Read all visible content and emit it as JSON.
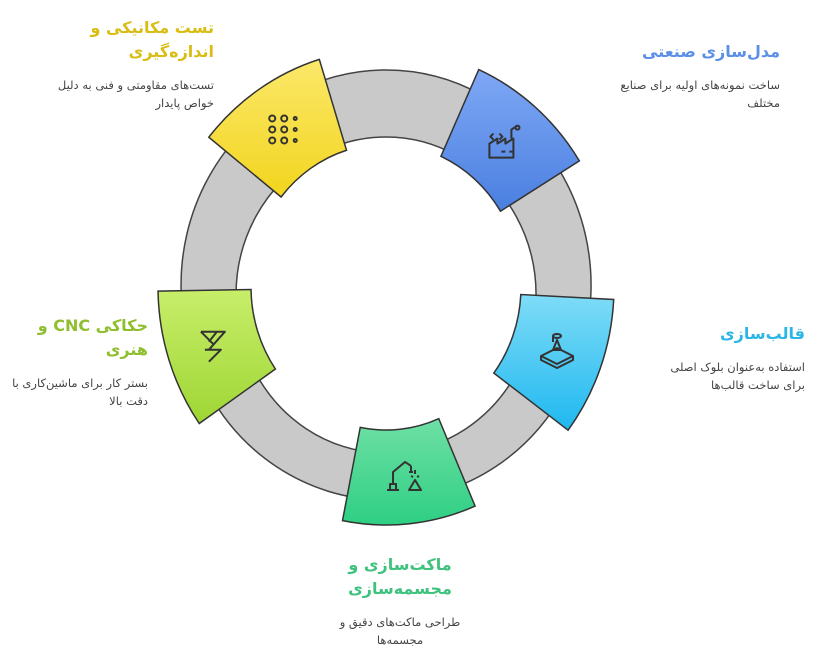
{
  "steps": [
    {
      "id": "industrial",
      "title": "مدل‌سازی صنعتی",
      "desc": "ساخت نمونه‌های اولیه برای صنایع مختلف",
      "color": "#5b8fe8",
      "icon": "factory-robot-icon"
    },
    {
      "id": "mold",
      "title": "قالب‌سازی",
      "desc": "استفاده به‌عنوان بلوک اصلی برای ساخت قالب‌ها",
      "color": "#2bb6e6",
      "icon": "mold-block-icon"
    },
    {
      "id": "model",
      "title": "ماکت‌سازی و مجسمه‌سازی",
      "desc": "طراحی ماکت‌های دقیق و مجسمه‌ها",
      "color": "#3fc27e",
      "icon": "robot-arm-icon"
    },
    {
      "id": "cnc",
      "title": "حکاکی CNC و هنری",
      "desc": "بستر کار برای ماشین‌کاری با دقت بالا",
      "color": "#8fbe2e",
      "icon": "engraving-icon"
    },
    {
      "id": "test",
      "title": "تست مکانیکی و اندازه‌گیری",
      "desc": "تست‌های مقاومتی و فنی به دلیل خواص پایدار",
      "color": "#e1c414",
      "icon": "dots-grid-icon"
    }
  ]
}
